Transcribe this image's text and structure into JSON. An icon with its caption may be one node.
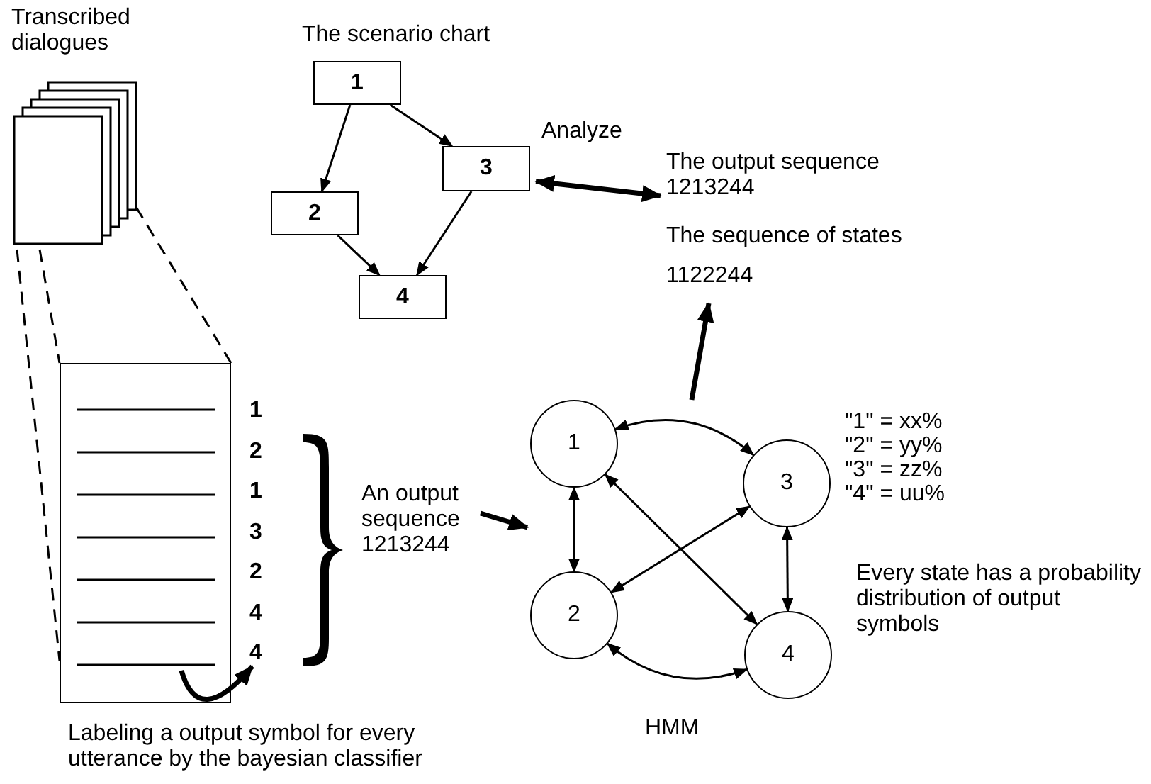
{
  "diagram": {
    "nodes": [
      {
        "text": [
          "Transcribed dialogues"
        ]
      },
      {
        "text": [
          "1"
        ]
      },
      {
        "text": [
          "2"
        ]
      },
      {
        "text": [
          "3"
        ]
      },
      {
        "text": [
          "4"
        ]
      },
      {
        "text": [
          "The output sequence",
          "1213244"
        ]
      },
      {
        "text": [
          "The sequence of states",
          "1122244"
        ]
      },
      {
        "text": [],
        "shape": "box"
      },
      {
        "text": [
          "1",
          "2",
          "1",
          "3",
          "2",
          "4",
          "4"
        ]
      },
      {
        "text": [
          "An output sequence",
          "1213244"
        ]
      },
      {
        "text": [
          "1"
        ]
      },
      {
        "text": [
          "2"
        ]
      },
      {
        "text": [
          "3"
        ]
      },
      {
        "text": [
          "4"
        ]
      },
      {
        "text": [],
        "shape": "brace"
      }
    ],
    "edges": [
      {
        "from": 0,
        "to": 7,
        "arrow": "none",
        "style": "dashed"
      },
      {
        "from": 0,
        "to": 7,
        "arrow": "none",
        "style": "dashed"
      },
      {
        "from": 0,
        "to": 7,
        "arrow": "none",
        "style": "dashed"
      },
      {
        "from": 1,
        "to": 2,
        "arrow": "to"
      },
      {
        "from": 1,
        "to": 3,
        "arrow": "to"
      },
      {
        "from": 2,
        "to": 4,
        "arrow": "to"
      },
      {
        "from": 3,
        "to": 4,
        "arrow": "to"
      },
      {
        "from": 3,
        "to": 5,
        "arrow": "both",
        "style": "thick",
        "label": "Analyze"
      },
      {
        "from": null,
        "to": 6,
        "arrow": "to",
        "style": "thick"
      },
      {
        "from": 7,
        "to": 8,
        "arrow": "to",
        "style": "thick"
      },
      {
        "from": 9,
        "to": 10,
        "arrow": "to",
        "style": "thick"
      },
      {
        "from": 10,
        "to": 12,
        "arrow": "both"
      },
      {
        "from": 10,
        "to": 11,
        "arrow": "both"
      },
      {
        "from": 10,
        "to": 13,
        "arrow": "both"
      },
      {
        "from": 11,
        "to": 12,
        "arrow": "both"
      },
      {
        "from": 12,
        "to": 13,
        "arrow": "both"
      },
      {
        "from": 11,
        "to": 13,
        "arrow": "both"
      }
    ],
    "labels": [
      "The scenario chart",
      "\"1\" = xx%",
      "\"2\" = yy%",
      "\"3\" = zz%",
      "\"4\" = uu%",
      "Every state has a probability distribution of output symbols",
      "HMM",
      "Labeling a output symbol for every utterance by the bayesian classifier"
    ]
  }
}
